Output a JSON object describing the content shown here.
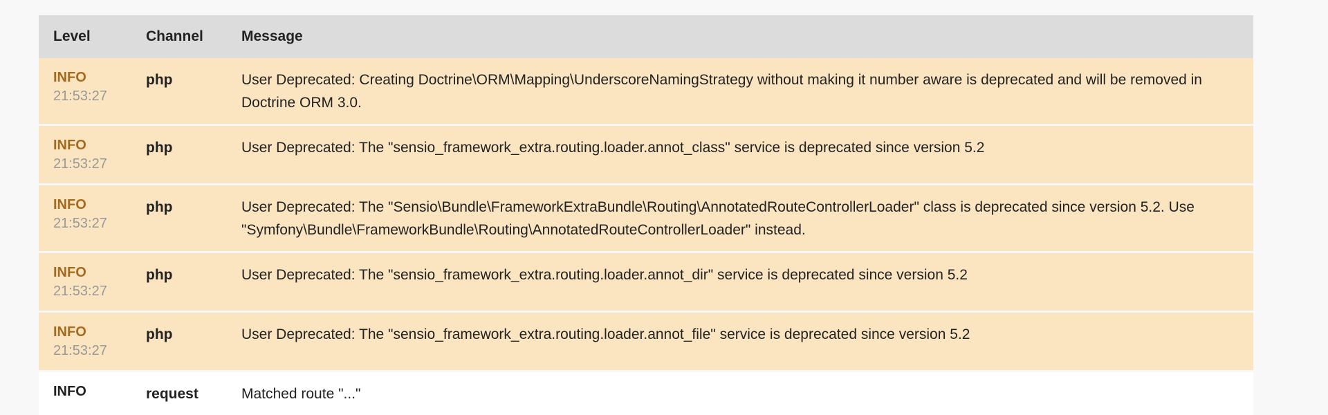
{
  "colors": {
    "page_bg": "#f8f8f8",
    "header_bg": "#dcdcdc",
    "row_deprecation_bg": "#fbe5c1",
    "row_default_bg": "#ffffff",
    "level_info_deprecation": "#a46a1f",
    "level_info_default": "#222222",
    "timestamp": "#999999",
    "text": "#222222",
    "separator": "#f8f8f8"
  },
  "log_table": {
    "columns": [
      {
        "label": "Level"
      },
      {
        "label": "Channel"
      },
      {
        "label": "Message"
      }
    ],
    "rows": [
      {
        "level": "INFO",
        "time": "21:53:27",
        "channel": "php",
        "message": "User Deprecated: Creating Doctrine\\ORM\\Mapping\\UnderscoreNamingStrategy without making it number aware is deprecated and will be removed in Doctrine ORM 3.0.",
        "style": "deprecation"
      },
      {
        "level": "INFO",
        "time": "21:53:27",
        "channel": "php",
        "message": "User Deprecated: The \"sensio_framework_extra.routing.loader.annot_class\" service is deprecated since version 5.2",
        "style": "deprecation"
      },
      {
        "level": "INFO",
        "time": "21:53:27",
        "channel": "php",
        "message": "User Deprecated: The \"Sensio\\Bundle\\FrameworkExtraBundle\\Routing\\AnnotatedRouteControllerLoader\" class is deprecated since version 5.2. Use \"Symfony\\Bundle\\FrameworkBundle\\Routing\\AnnotatedRouteControllerLoader\" instead.",
        "style": "deprecation"
      },
      {
        "level": "INFO",
        "time": "21:53:27",
        "channel": "php",
        "message": "User Deprecated: The \"sensio_framework_extra.routing.loader.annot_dir\" service is deprecated since version 5.2",
        "style": "deprecation"
      },
      {
        "level": "INFO",
        "time": "21:53:27",
        "channel": "php",
        "message": "User Deprecated: The \"sensio_framework_extra.routing.loader.annot_file\" service is deprecated since version 5.2",
        "style": "deprecation"
      },
      {
        "level": "INFO",
        "time": "",
        "channel": "request",
        "message": "Matched route \"...\"",
        "style": "default"
      }
    ]
  }
}
